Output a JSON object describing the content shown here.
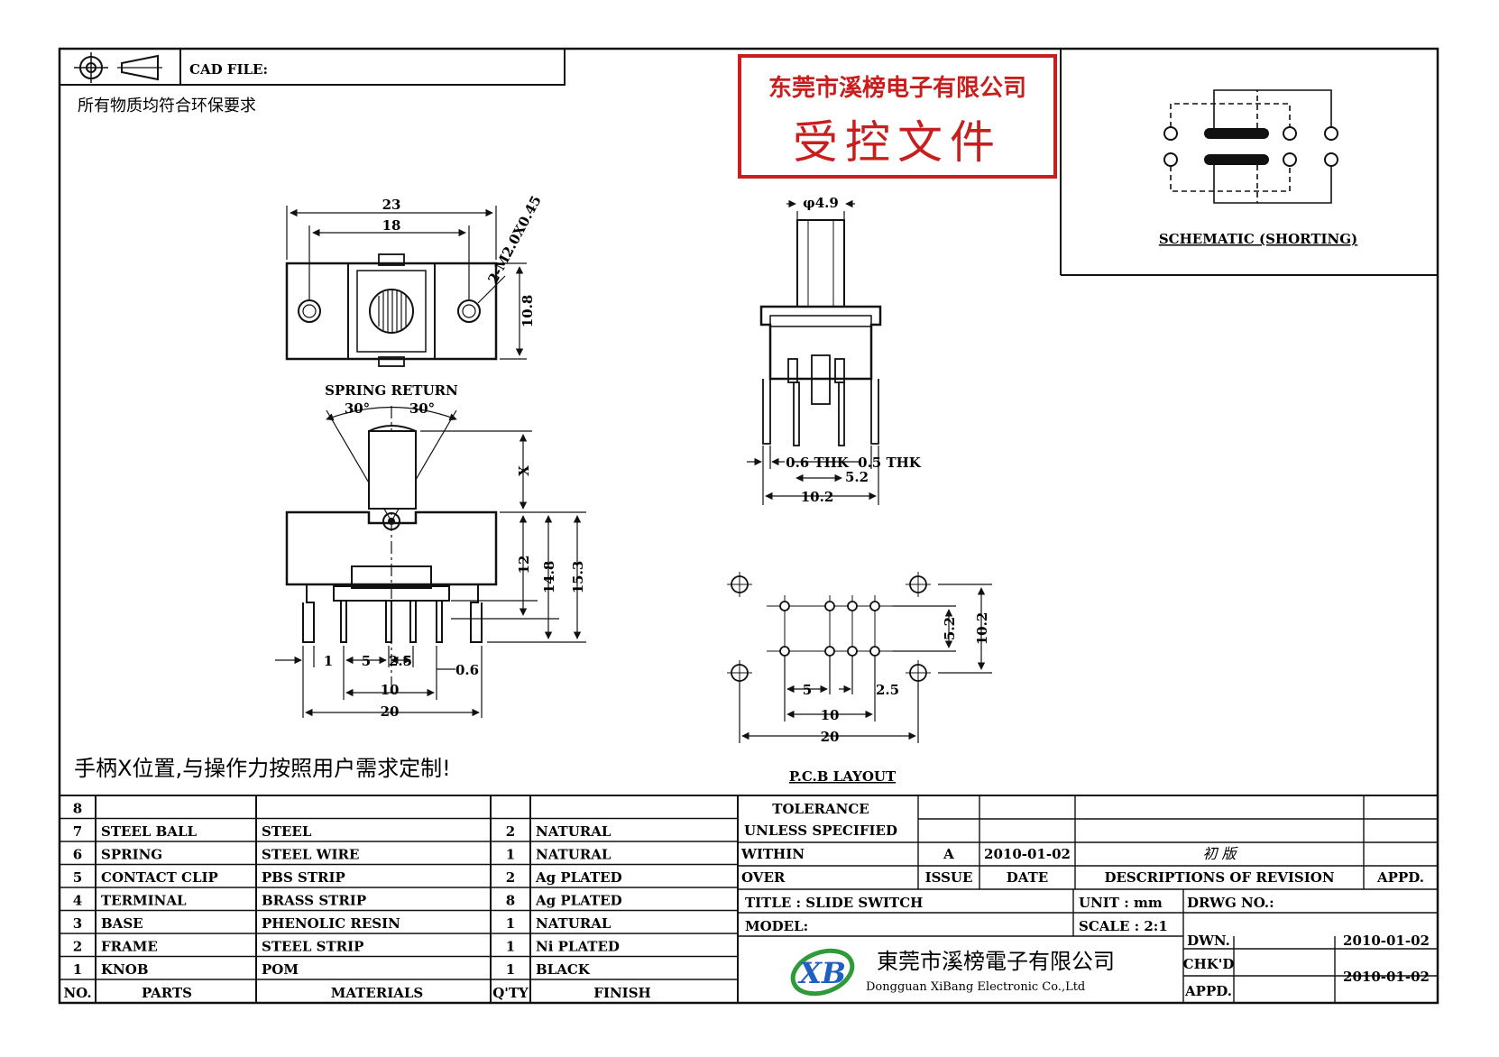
{
  "header": {
    "cad_file_label": "CAD FILE:",
    "env_note": "所有物质均符合环保要求"
  },
  "stamp": {
    "company": "东莞市溪榜电子有限公司",
    "controlled": "受控文件",
    "color": "#c81e1e"
  },
  "schematic": {
    "caption": "SCHEMATIC (SHORTING)"
  },
  "top_view": {
    "d_overall": "23",
    "d_holes": "18",
    "d_height": "10.8",
    "d_screw": "2-M2.0X0.45"
  },
  "front_view": {
    "spring_return": "SPRING RETURN",
    "angle_left": "30°",
    "angle_right": "30°",
    "d_x": "X",
    "d_12": "12",
    "d_14_8": "14.8",
    "d_15_3": "15.3",
    "d_1": "1",
    "d_5": "5",
    "d_2_5": "2.5",
    "d_0_6": "0.6",
    "d_10": "10",
    "d_20": "20"
  },
  "side_view": {
    "d_dia": "φ4.9",
    "d_thk": "0.6 THK",
    "d_thk2": "0.5 THK",
    "d_5_2": "5.2",
    "d_10_2": "10.2"
  },
  "pcb": {
    "caption": "P.C.B LAYOUT",
    "d_5_2": "5.2",
    "d_10_2": "10.2",
    "d_5": "5",
    "d_2_5": "2.5",
    "d_10": "10",
    "d_20": "20"
  },
  "note": "手柄X位置,与操作力按照用户需求定制!",
  "bom": {
    "rows": [
      {
        "no": "8",
        "part": "",
        "material": "",
        "qty": "",
        "finish": ""
      },
      {
        "no": "7",
        "part": "STEEL BALL",
        "material": "STEEL",
        "qty": "2",
        "finish": "NATURAL"
      },
      {
        "no": "6",
        "part": "SPRING",
        "material": "STEEL WIRE",
        "qty": "1",
        "finish": "NATURAL"
      },
      {
        "no": "5",
        "part": "CONTACT CLIP",
        "material": "PBS STRIP",
        "qty": "2",
        "finish": "Ag PLATED"
      },
      {
        "no": "4",
        "part": "TERMINAL",
        "material": "BRASS STRIP",
        "qty": "8",
        "finish": "Ag PLATED"
      },
      {
        "no": "3",
        "part": "BASE",
        "material": "PHENOLIC RESIN",
        "qty": "1",
        "finish": "NATURAL"
      },
      {
        "no": "2",
        "part": "FRAME",
        "material": "STEEL STRIP",
        "qty": "1",
        "finish": "Ni PLATED"
      },
      {
        "no": "1",
        "part": "KNOB",
        "material": "POM",
        "qty": "1",
        "finish": "BLACK"
      }
    ],
    "headers": {
      "no": "NO.",
      "part": "PARTS",
      "material": "MATERIALS",
      "qty": "Q'TY",
      "finish": "FINISH"
    }
  },
  "title_block": {
    "tolerance": "TOLERANCE",
    "unless": "UNLESS  SPECIFIED",
    "within": "WITHIN",
    "over": "OVER",
    "issue_val": "A",
    "date_val": "2010-01-02",
    "revision_val": "初 版",
    "issue": "ISSUE",
    "date": "DATE",
    "descriptions": "DESCRIPTIONS OF REVISION",
    "appd_hdr": "APPD.",
    "title": "TITLE : SLIDE SWITCH",
    "model": "MODEL:",
    "unit": "UNIT : mm",
    "scale": "SCALE : 2:1",
    "dwg_no": "DRWG NO.:",
    "dwn": "DWN.",
    "chkd": "CHK'D",
    "appd": "APPD.",
    "dwn_date": "2010-01-02",
    "chk_date": "2010-01-02",
    "company_cn": "東莞市溪榜電子有限公司",
    "company_en": "Dongguan XiBang Electronic Co.,Ltd",
    "logo": "XB",
    "logo_blue": "#1f5fbf",
    "logo_green": "#2f9a3a"
  }
}
